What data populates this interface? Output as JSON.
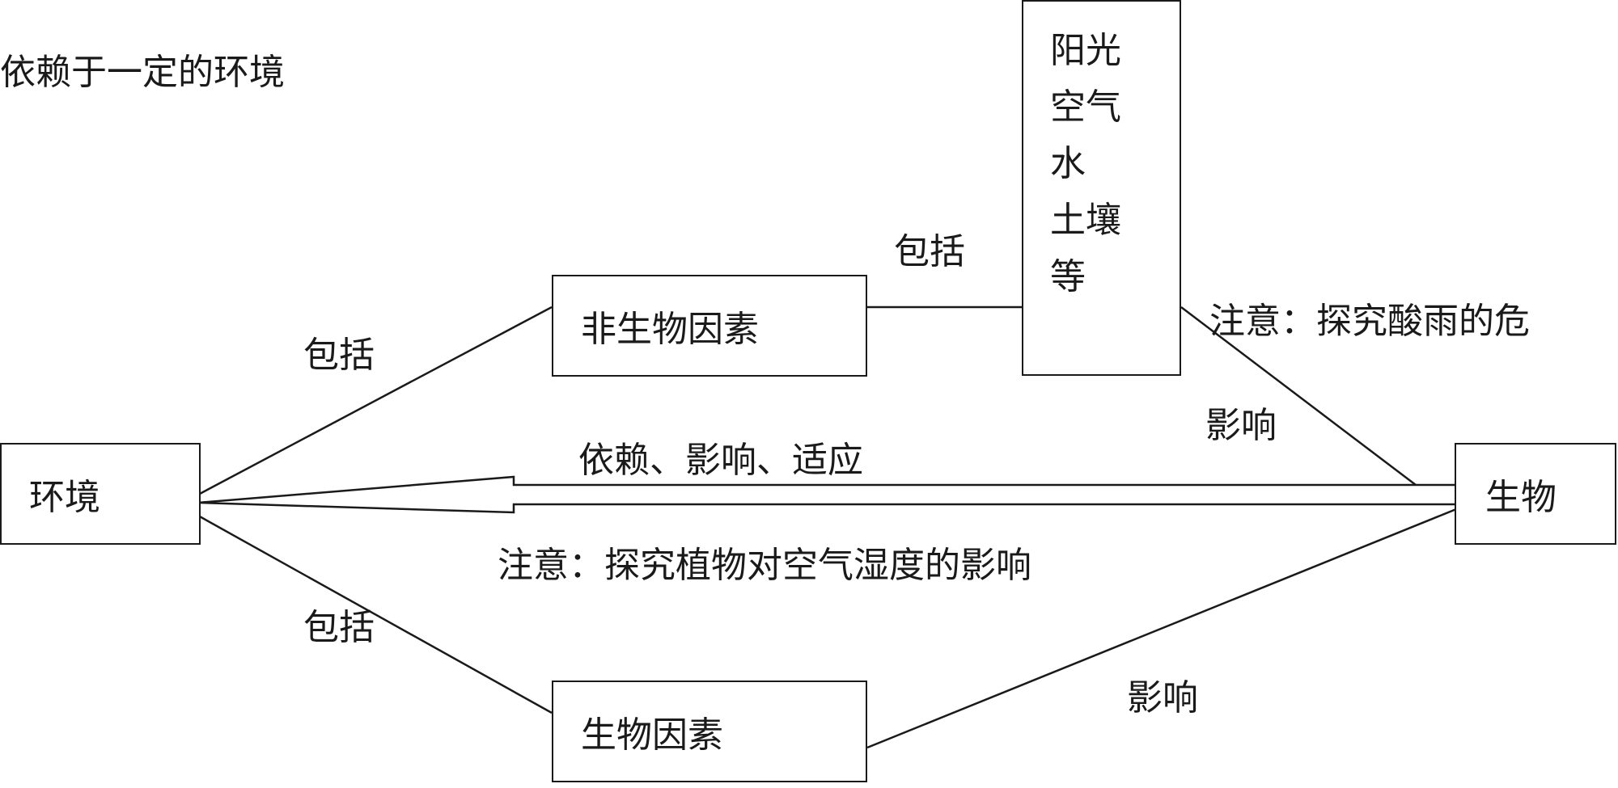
{
  "heading": "依赖于一定的环境",
  "nodes": {
    "environment": "环境",
    "organism": "生物",
    "abiotic_factors": "非生物因素",
    "biotic_factors": "生物因素",
    "abiotic_examples": [
      "阳光",
      "空气",
      "水",
      "土壤",
      "等"
    ]
  },
  "labels": {
    "includes_top": "包括",
    "includes_mid": "包括",
    "includes_bottom": "包括",
    "affects_top": "影响",
    "affects_bottom": "影响",
    "main_relation": "依赖、影响、适应",
    "note_acid_rain": "注意：探究酸雨的危",
    "note_humidity": "注意：探究植物对空气湿度的影响"
  }
}
